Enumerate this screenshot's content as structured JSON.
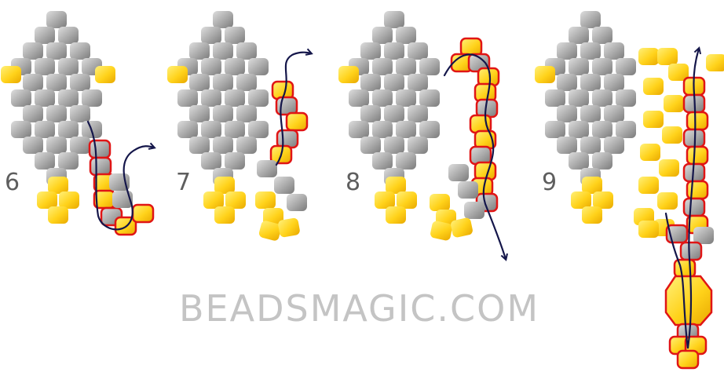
{
  "steps": [
    {
      "number": "6"
    },
    {
      "number": "7"
    },
    {
      "number": "8"
    },
    {
      "number": "9"
    }
  ],
  "watermark": "BEADSMAGIC.COM",
  "colors": {
    "gray_bead_light": "#d6d6d6",
    "gray_bead_dark": "#8a8a8a",
    "yellow_bead_light": "#ffe24a",
    "yellow_bead_dark": "#f0b400",
    "highlight_outline": "#e01515",
    "thread": "#14164a",
    "step_number": "#5e5e5e",
    "watermark": "#c4c4c4"
  },
  "icons": [
    "bead",
    "thread-path-arrow"
  ]
}
